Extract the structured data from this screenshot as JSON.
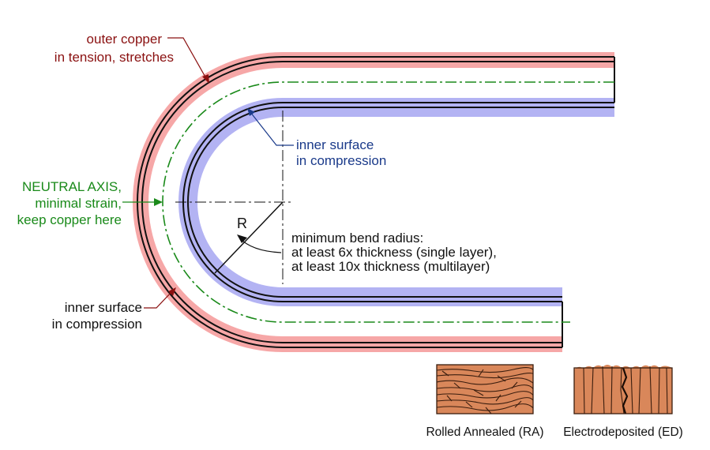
{
  "colors": {
    "outer_tension": "#f6a7a7",
    "inner_compression": "#b3b3f3",
    "neutral_axis": "#1a8a1a",
    "label_red": "#8a1010",
    "label_blue": "#1a3a8a",
    "label_green": "#1a8a1a",
    "outline": "#111111"
  },
  "labels": {
    "outer": [
      "outer copper",
      "in tension, stretches"
    ],
    "inner_top": [
      "inner surface",
      "in compression"
    ],
    "neutral": [
      "NEUTRAL AXIS,",
      "minimal strain,",
      "keep copper here"
    ],
    "radius_symbol": "R",
    "bend_radius": [
      "minimum bend radius:",
      "at least 6x thickness (single layer),",
      "at least 10x thickness (multilayer)"
    ],
    "inner_bottom": [
      "inner surface",
      "in compression"
    ]
  },
  "grain": {
    "ra_caption": "Rolled Annealed (RA)",
    "ed_caption": "Electrodeposited (ED)",
    "fill": "#d9875a"
  }
}
